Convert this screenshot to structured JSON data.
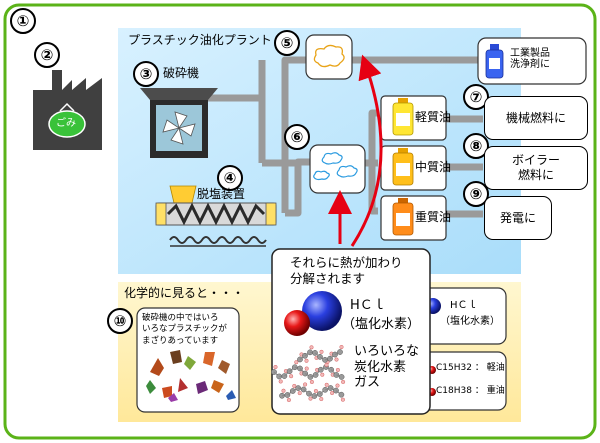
{
  "steps": {
    "s1": "①",
    "s2": "②",
    "s3": "③",
    "s4": "④",
    "s5": "⑤",
    "s6": "⑥",
    "s7": "⑦",
    "s8": "⑧",
    "s9": "⑨",
    "s10": "⑩"
  },
  "plant_title": "プラスチック油化プラント",
  "crusher_label": "破砕機",
  "dechlorinator_label": "脱塩装置",
  "garbage_bag_label": "ごみ",
  "oils": {
    "light": "軽質油",
    "medium": "中質油",
    "heavy": "重質油"
  },
  "uses": {
    "industrial": "工業製品\n洗浄剤に",
    "machine_fuel": "機械燃料に",
    "boiler_fuel": "ボイラー\n燃料に",
    "power": "発電に"
  },
  "chemical_heading": "化学的に見ると・・・",
  "crusher_note": "破砕機の中ではいろ\nいろなプラスチックが\nまざりあっています",
  "callout": {
    "heat_text": "それらに熱が加わり\n分解されます",
    "hcl_formula": "HＣｌ",
    "hcl_name": "（塩化水素）",
    "hydrocarbon": "いろいろな\n炭化水素\nガス"
  },
  "panel_hcl": {
    "formula": "HＣｌ",
    "name": "（塩化水素）"
  },
  "hydrocarbons": [
    {
      "formula": "C15H32",
      "label": "軽油"
    },
    {
      "formula": "C18H38",
      "label": "重油"
    }
  ],
  "colors": {
    "plant_bg": "#bfe7ff",
    "chem_bg": "#fff0b8",
    "pipe": "#9a9a9a",
    "arrow": "#e60012",
    "light_oil": "#ffe633",
    "medium_oil": "#ffbf1a",
    "heavy_oil": "#ff8c1a"
  }
}
